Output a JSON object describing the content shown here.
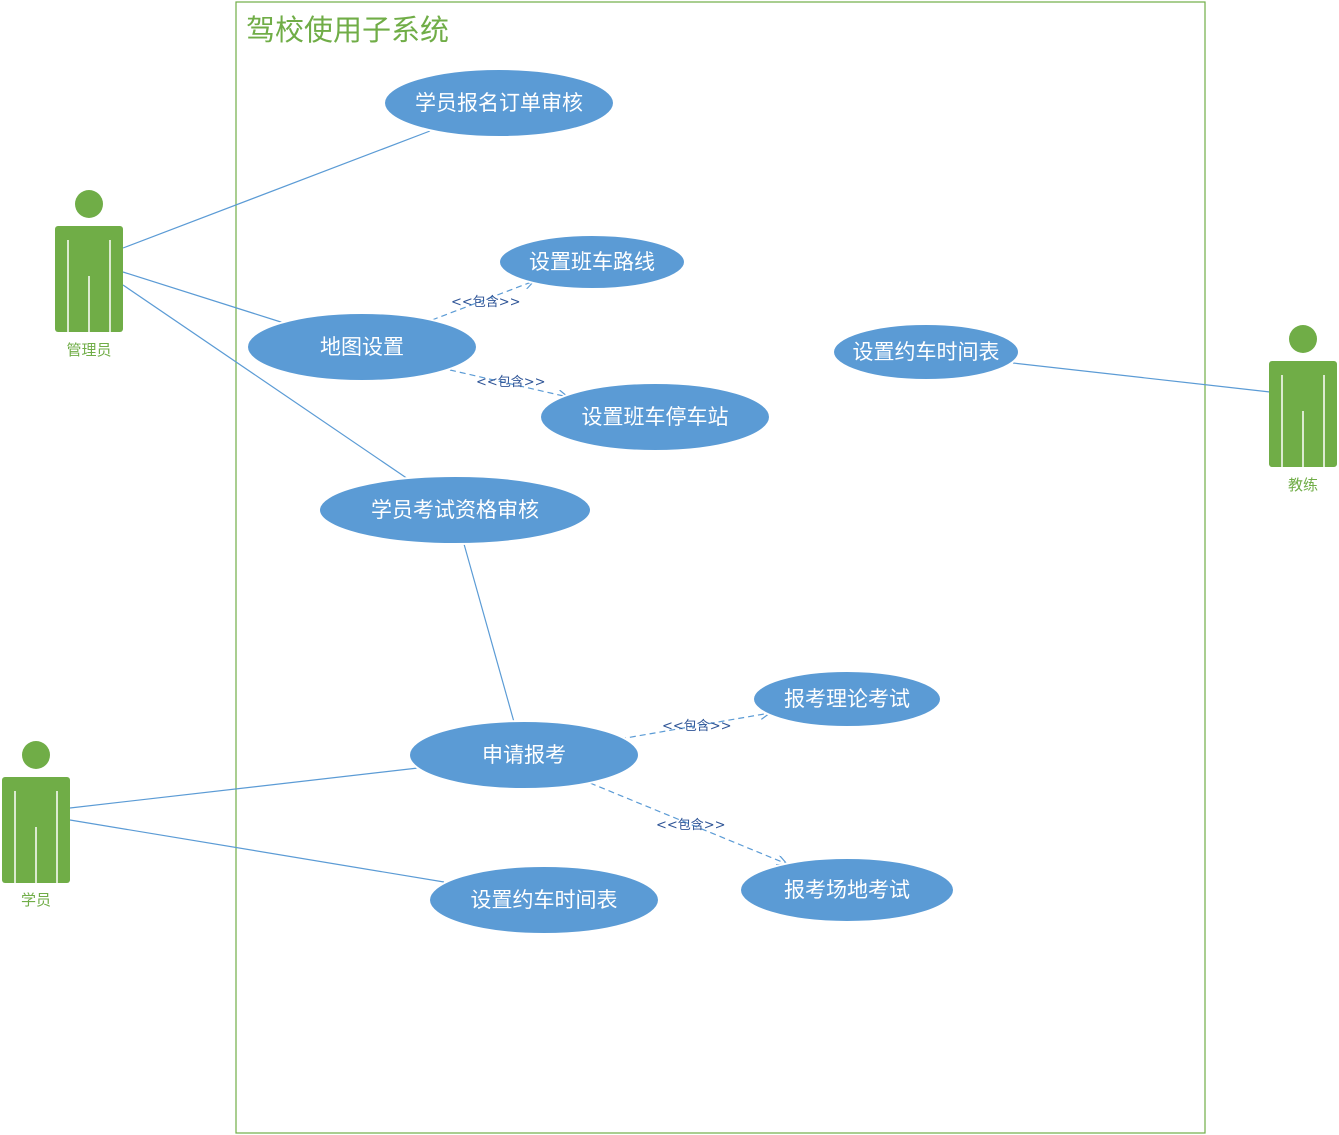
{
  "diagram": {
    "system_title": "驾校使用子系统",
    "stereotype_include": "<<包含>>",
    "colors": {
      "boundary": "#70ad47",
      "actor": "#70ad47",
      "usecase": "#5b9bd5",
      "line": "#5b9bd5",
      "stereotype_text": "#2f5597"
    },
    "actors": {
      "admin": "管理员",
      "coach": "教练",
      "student": "学员"
    },
    "usecases": {
      "enroll_review": "学员报名订单审核",
      "set_route": "设置班车路线",
      "map_settings": "地图设置",
      "set_stops": "设置班车停车站",
      "coach_schedule": "设置约车时间表",
      "exam_qualify": "学员考试资格审核",
      "theory_exam": "报考理论考试",
      "apply_exam": "申请报考",
      "field_exam": "报考场地考试",
      "student_schedule": "设置约车时间表"
    }
  }
}
